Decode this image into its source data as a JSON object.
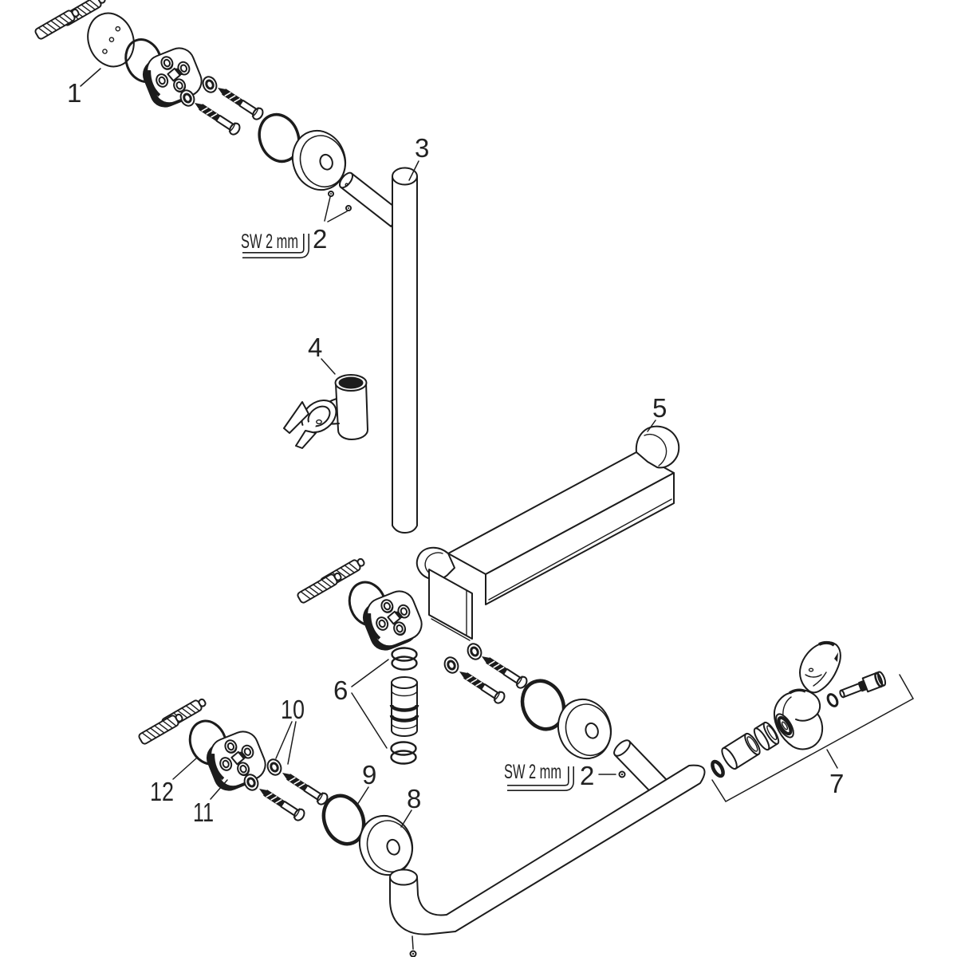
{
  "labels": {
    "n1": "1",
    "n2": "2",
    "n3": "3",
    "n4": "4",
    "n5": "5",
    "n6": "6",
    "n7": "7",
    "n8": "8",
    "n9": "9",
    "n10": "10",
    "n11": "11",
    "n12": "12"
  },
  "annotations": {
    "wrench_size": "SW 2 mm"
  },
  "colors": {
    "line": "#1c1c1c",
    "background": "#ffffff"
  }
}
